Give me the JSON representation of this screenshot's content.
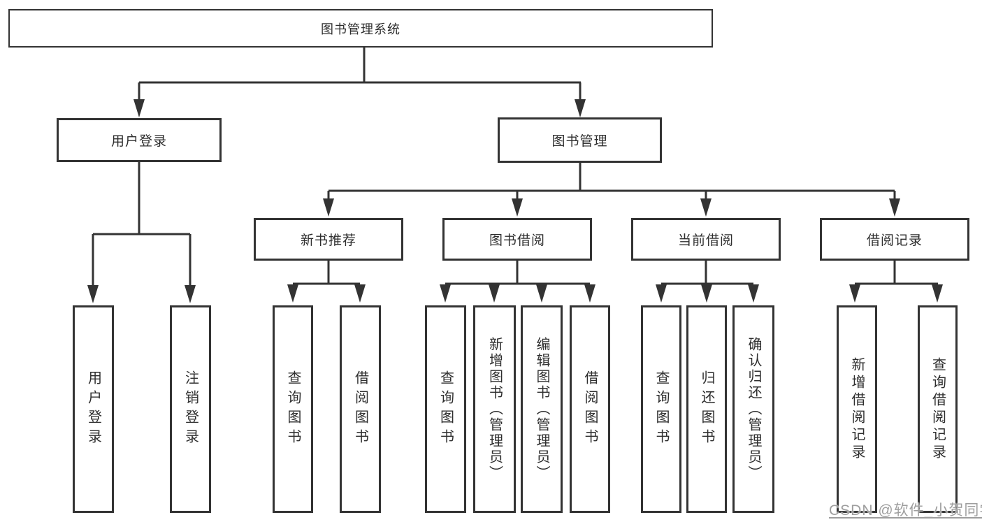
{
  "diagram_title": "图书管理系统",
  "tree": {
    "root": {
      "label": "图书管理系统"
    },
    "branches": [
      {
        "label": "用户登录",
        "children": [
          {
            "label": "用户登录"
          },
          {
            "label": "注销登录"
          }
        ]
      },
      {
        "label": "图书管理",
        "sections": [
          {
            "label": "新书推荐",
            "children": [
              {
                "label": "查询图书"
              },
              {
                "label": "借阅图书"
              }
            ]
          },
          {
            "label": "图书借阅",
            "children": [
              {
                "label": "查询图书"
              },
              {
                "label": "新增图书（管理员）"
              },
              {
                "label": "编辑图书（管理员）"
              },
              {
                "label": "借阅图书"
              }
            ]
          },
          {
            "label": "当前借阅",
            "children": [
              {
                "label": "查询图书"
              },
              {
                "label": "归还图书"
              },
              {
                "label": "确认归还（管理员）"
              }
            ]
          },
          {
            "label": "借阅记录",
            "children": [
              {
                "label": "新增借阅记录"
              },
              {
                "label": "查询借阅记录"
              }
            ]
          }
        ]
      }
    ]
  },
  "watermark": {
    "text": "CSDN @软件_小贺同学"
  },
  "colors": {
    "line": "#333333",
    "text": "#2e2e2e",
    "background": "#ffffff",
    "watermark": "#9e9e9e"
  }
}
